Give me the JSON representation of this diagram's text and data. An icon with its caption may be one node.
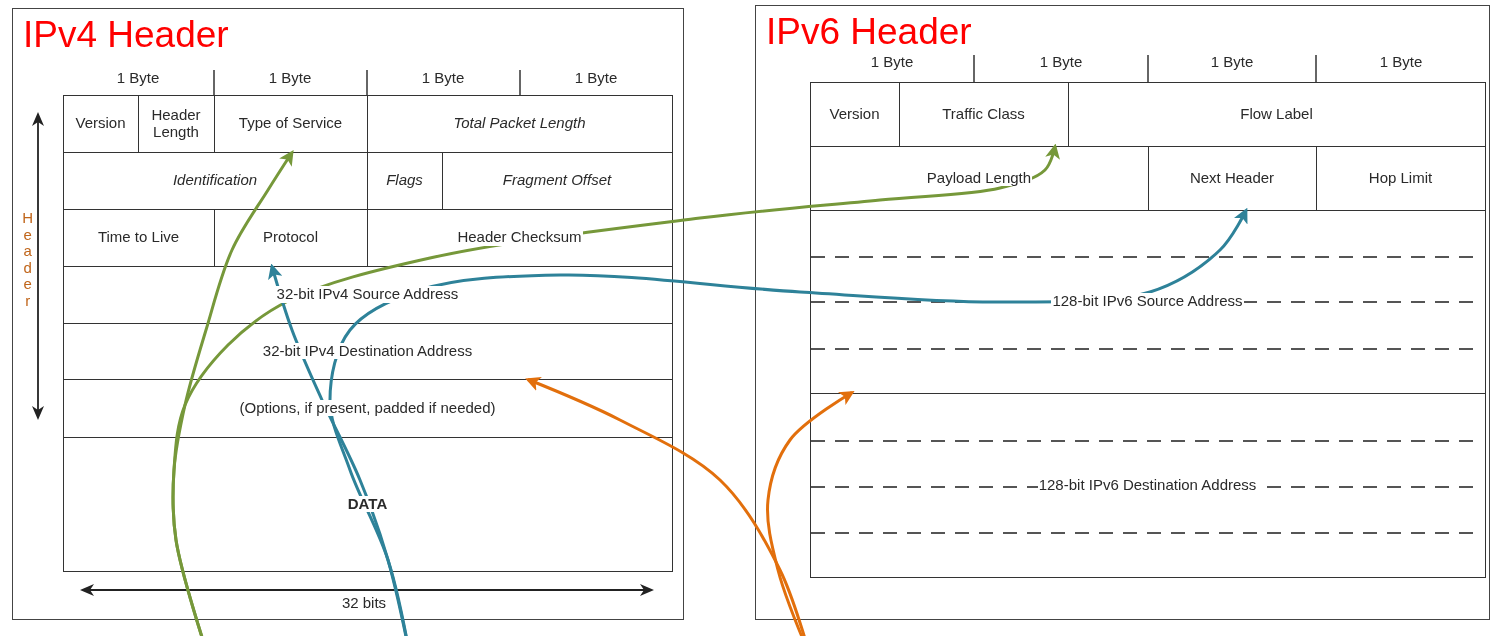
{
  "diagram": {
    "nodes": [
      {
        "text": [
          "IPv4 Header"
        ]
      },
      {
        "text": [
          "Version"
        ],
        "in": 0
      },
      {
        "text": [
          "Header Length"
        ],
        "in": 0
      },
      {
        "text": [
          "Type of Service"
        ],
        "in": 0
      },
      {
        "text": [
          "Total Packet Length"
        ],
        "in": 0
      },
      {
        "text": [
          "Identification"
        ],
        "in": 0
      },
      {
        "text": [
          "Flags"
        ],
        "in": 0
      },
      {
        "text": [
          "Fragment Offset"
        ],
        "in": 0
      },
      {
        "text": [
          "Time to Live"
        ],
        "in": 0
      },
      {
        "text": [
          "Protocol"
        ],
        "in": 0
      },
      {
        "text": [
          "Header Checksum"
        ],
        "in": 0
      },
      {
        "text": [
          "32-bit IPv4 Source Address"
        ],
        "in": 0
      },
      {
        "text": [
          "32-bit IPv4 Destination Address"
        ],
        "in": 0
      },
      {
        "text": [
          "(Options, if present, padded if needed)"
        ],
        "in": 0
      },
      {
        "text": [
          "DATA"
        ],
        "in": 0
      },
      {
        "text": [
          "IPv6 Header"
        ]
      },
      {
        "text": [
          "Version"
        ],
        "in": 15
      },
      {
        "text": [
          "Traffic Class"
        ],
        "in": 15
      },
      {
        "text": [
          "Flow Label"
        ],
        "in": 15
      },
      {
        "text": [
          "Payload Length"
        ],
        "in": 15
      },
      {
        "text": [
          "Next Header"
        ],
        "in": 15
      },
      {
        "text": [
          "Hop Limit"
        ],
        "in": 15
      },
      {
        "text": [
          "128-bit IPv6 Source Address"
        ],
        "in": 15
      },
      {
        "text": [
          "128-bit IPv6 Destination Address"
        ],
        "in": 15
      }
    ],
    "edges": [
      {
        "from": null,
        "to": 3,
        "arrow": "to",
        "color": "#76983a"
      },
      {
        "from": null,
        "to": 17,
        "arrow": "to",
        "color": "#76983a"
      },
      {
        "from": null,
        "to": 9,
        "arrow": "to",
        "color": "#2e8299"
      },
      {
        "from": null,
        "to": 20,
        "arrow": "to",
        "color": "#2e8299"
      },
      {
        "from": null,
        "to": 12,
        "arrow": "to",
        "color": "#e26f0c"
      },
      {
        "from": null,
        "to": 23,
        "arrow": "to",
        "color": "#e26f0c"
      }
    ],
    "labels": [
      "1 Byte",
      "1 Byte",
      "1 Byte",
      "1 Byte",
      "Header",
      "32 bits",
      "1 Byte",
      "1 Byte",
      "1 Byte",
      "1 Byte"
    ]
  }
}
